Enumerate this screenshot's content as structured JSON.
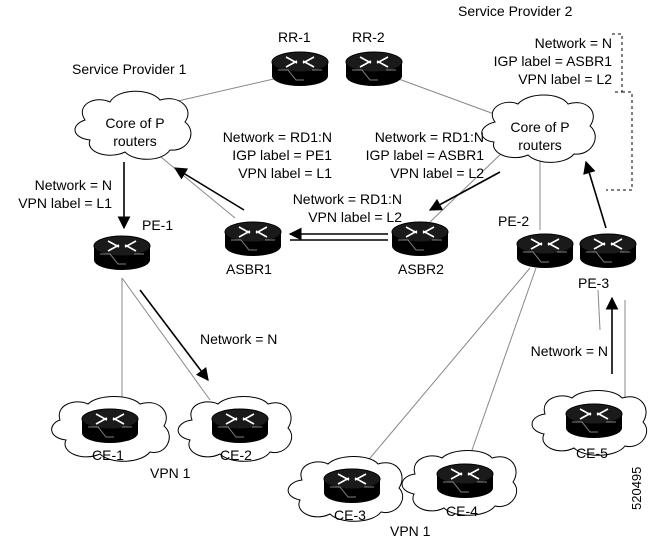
{
  "providers": {
    "sp1": "Service Provider 1",
    "sp2": "Service Provider 2"
  },
  "clouds": {
    "core_left": [
      "Core of P",
      "routers"
    ],
    "core_right": [
      "Core of P",
      "routers"
    ]
  },
  "routers": {
    "rr1": "RR-1",
    "rr2": "RR-2",
    "pe1": "PE-1",
    "pe2": "PE-2",
    "pe3": "PE-3",
    "asbr1": "ASBR1",
    "asbr2": "ASBR2",
    "ce1": "CE-1",
    "ce2": "CE-2",
    "ce3": "CE-3",
    "ce4": "CE-4",
    "ce5": "CE-5"
  },
  "labels": {
    "sp2_box": [
      "Network = N",
      "IGP label = ASBR1",
      "VPN label = L2"
    ],
    "asbr1_up": [
      "Network = RD1:N",
      "IGP label = PE1",
      "VPN label = L1"
    ],
    "asbr2_up": [
      "Network = RD1:N",
      "IGP label = ASBR1",
      "VPN label = L2"
    ],
    "pe1_in": [
      "Network = N",
      "VPN label = L1"
    ],
    "asbr_link": [
      "Network = RD1:N",
      "VPN label = L2"
    ],
    "ce_left": "Network = N",
    "ce5_up": "Network = N"
  },
  "vpns": {
    "vpn_left": "VPN 1",
    "vpn_bottom": "VPN 1"
  },
  "figure_id": "520495"
}
